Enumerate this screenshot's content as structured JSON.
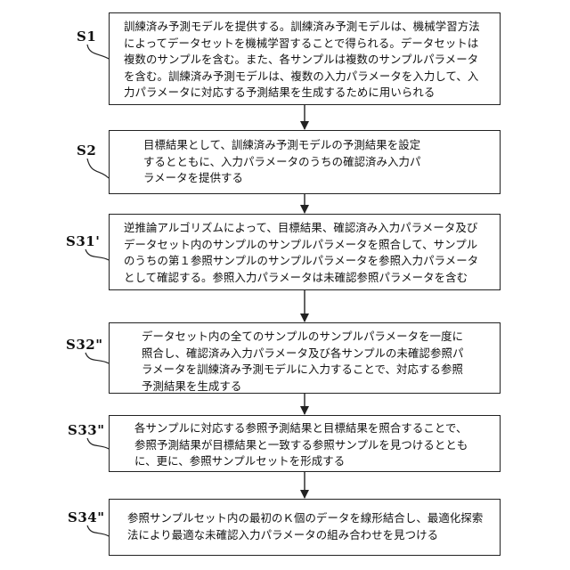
{
  "steps": [
    {
      "label": "S1",
      "lines": [
        "訓練済み予測モデルを提供する。訓練済み予測モデルは、機械学習方法",
        "によってデータセットを機械学習することで得られる。データセットは",
        "複数のサンプルを含む。また、各サンプルは複数のサンプルパラメータ",
        "を含む。訓練済み予測モデルは、複数の入力パラメータを入力して、入",
        "力パラメータに対応する予測結果を生成するために用いられる"
      ]
    },
    {
      "label": "S2",
      "lines": [
        "目標結果として、訓練済み予測モデルの予測結果を設定",
        "するとともに、入力パラメータのうちの確認済み入力パ",
        "ラメータを提供する"
      ]
    },
    {
      "label": "S31'",
      "lines": [
        "逆推論アルゴリズムによって、目標結果、確認済み入力パラメータ及び",
        "データセット内のサンプルのサンプルパラメータを照合して、サンプル",
        "のうちの第１参照サンプルのサンプルパラメータを参照入力パラメータ",
        "として確認する。参照入力パラメータは未確認参照パラメータを含む"
      ]
    },
    {
      "label": "S32\"",
      "lines": [
        "データセット内の全てのサンプルのサンプルパラメータを一度に",
        "照合し、確認済み入力パラメータ及び各サンプルの未確認参照パ",
        "ラメータを訓練済み予測モデルに入力することで、対応する参照",
        "予測結果を生成する"
      ]
    },
    {
      "label": "S33\"",
      "lines": [
        "各サンプルに対応する参照予測結果と目標結果を照合することで、",
        "参照予測結果が目標結果と一致する参照サンプルを見つけるととも",
        "に、更に、参照サンプルセットを形成する"
      ]
    },
    {
      "label": "S34\"",
      "lines": [
        "参照サンプルセット内の最初のＫ個のデータを線形結合し、最適化探索",
        "法により最適な未確認入力パラメータの組み合わせを見つける"
      ]
    }
  ]
}
